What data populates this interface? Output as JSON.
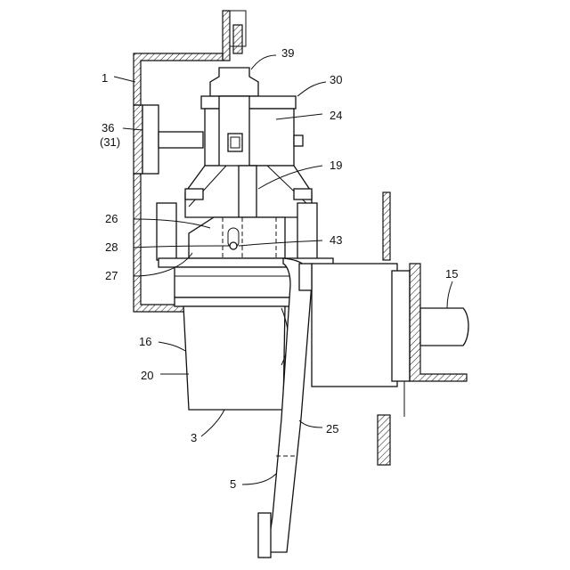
{
  "figure": {
    "labels": [
      {
        "id": "label-1",
        "text": "1"
      },
      {
        "id": "label-39",
        "text": "39"
      },
      {
        "id": "label-30",
        "text": "30"
      },
      {
        "id": "label-24",
        "text": "24"
      },
      {
        "id": "label-36",
        "text": "36"
      },
      {
        "id": "label-31",
        "text": "(31)"
      },
      {
        "id": "label-19",
        "text": "19"
      },
      {
        "id": "label-26",
        "text": "26"
      },
      {
        "id": "label-28",
        "text": "28"
      },
      {
        "id": "label-43",
        "text": "43"
      },
      {
        "id": "label-27",
        "text": "27"
      },
      {
        "id": "label-15",
        "text": "15"
      },
      {
        "id": "label-16",
        "text": "16"
      },
      {
        "id": "label-20",
        "text": "20"
      },
      {
        "id": "label-3",
        "text": "3"
      },
      {
        "id": "label-25",
        "text": "25"
      },
      {
        "id": "label-5",
        "text": "5"
      }
    ]
  }
}
